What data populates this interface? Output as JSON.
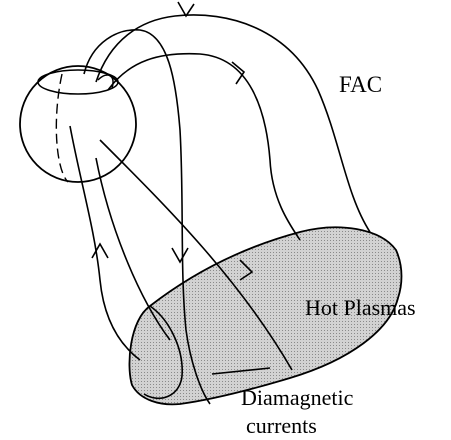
{
  "labels": {
    "fac": "FAC",
    "hot_plasmas": "Hot Plasmas",
    "diamagnetic": "Diamagnetic",
    "currents": "currents"
  },
  "colors": {
    "line": "#000000",
    "plasma_fill": "#c8c8c8",
    "background": "#ffffff"
  }
}
